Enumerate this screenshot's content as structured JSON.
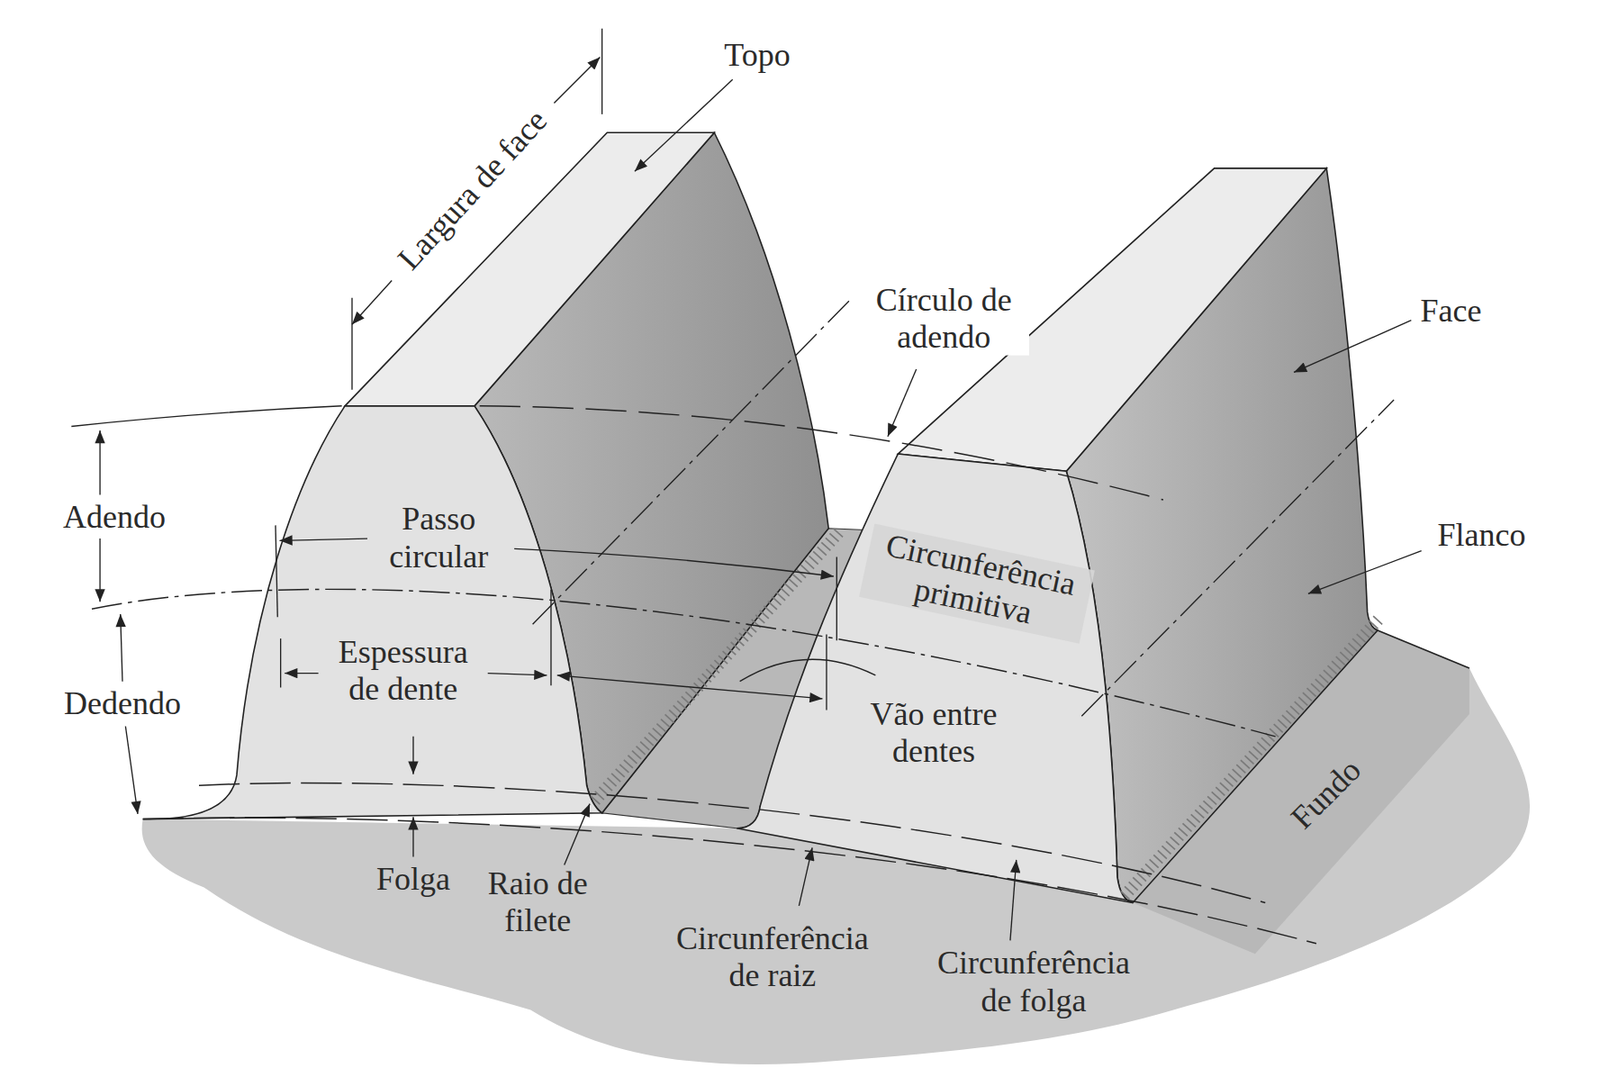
{
  "diagram": {
    "labels": [
      "Largura de face",
      "Topo",
      "Círculo de adendo",
      "Face",
      "Adendo",
      "Passo circular",
      "Flanco",
      "Circunferência primitiva",
      "Espessura de dente",
      "Dedendo",
      "Vão entre dentes",
      "Fundo",
      "Folga",
      "Raio de filete",
      "Circunferência de raiz",
      "Circunferência de folga"
    ]
  }
}
